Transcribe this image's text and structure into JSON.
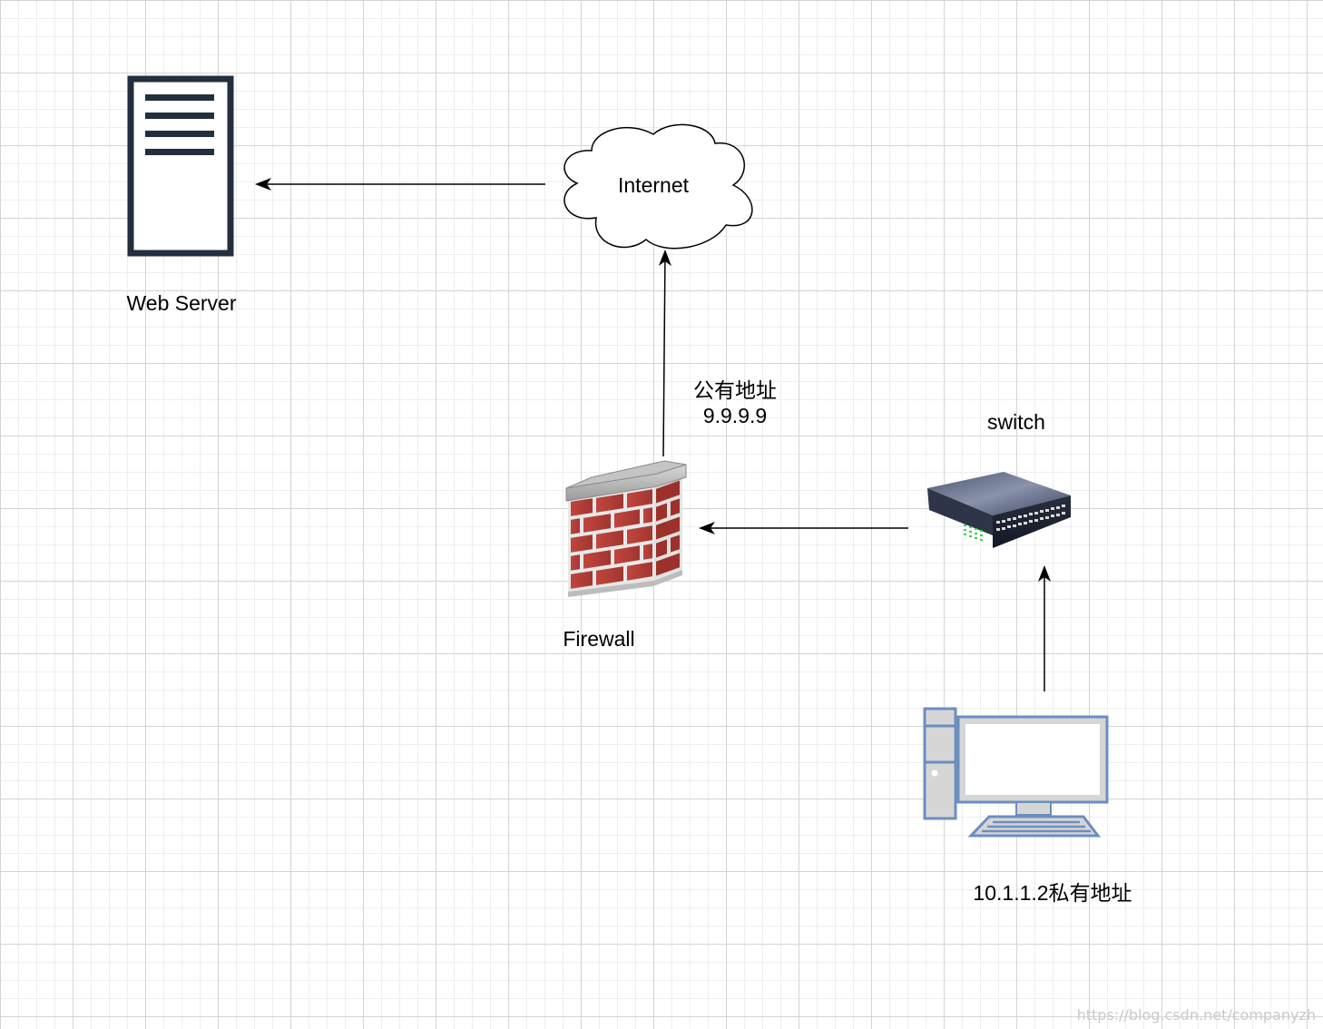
{
  "nodes": {
    "web_server": {
      "label": "Web Server",
      "icon": "server-icon"
    },
    "internet": {
      "label": "Internet",
      "icon": "cloud-icon"
    },
    "firewall": {
      "label": "Firewall",
      "icon": "firewall-icon"
    },
    "switch": {
      "label": "switch",
      "icon": "switch-icon"
    },
    "pc": {
      "label": "10.1.1.2私有地址",
      "icon": "computer-icon"
    }
  },
  "edge_labels": {
    "public_address": {
      "line1": "公有地址",
      "line2": "9.9.9.9"
    }
  },
  "edges": [
    {
      "from": "internet",
      "to": "web_server"
    },
    {
      "from": "firewall",
      "to": "internet"
    },
    {
      "from": "switch",
      "to": "firewall"
    },
    {
      "from": "pc",
      "to": "switch"
    }
  ],
  "watermark": "https://blog.csdn.net/companyzh",
  "colors": {
    "server_stroke": "#232f3e",
    "computer_stroke": "#6c8ebf",
    "computer_fill": "#d6d6d6",
    "brick_red": "#b5413a",
    "mortar": "#ececec"
  }
}
